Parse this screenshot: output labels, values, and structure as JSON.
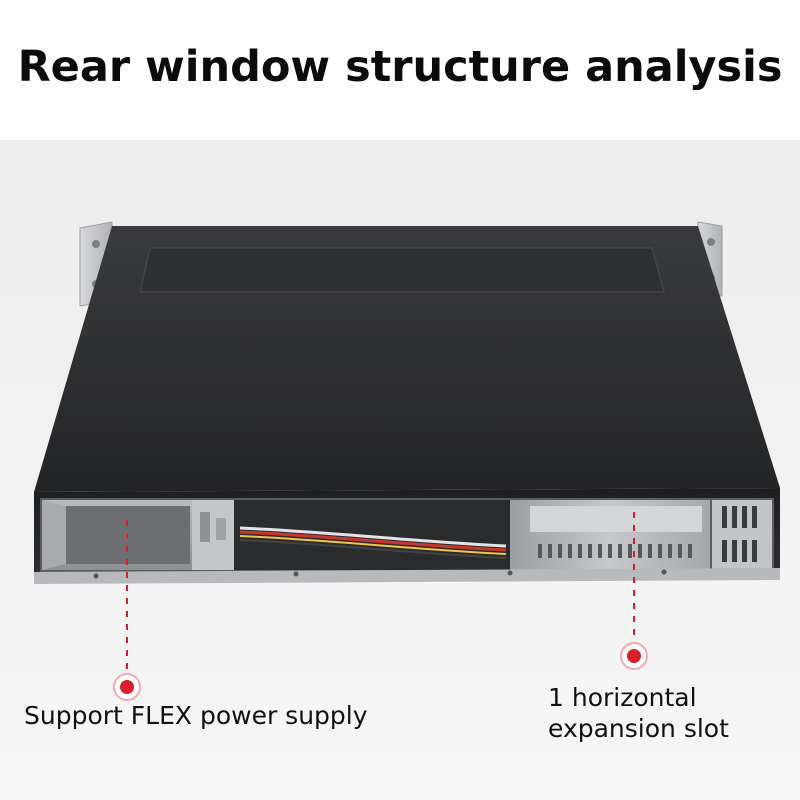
{
  "title": "Rear window structure analysis",
  "callouts": {
    "power_supply": "Support FLEX power supply",
    "expansion_slot_line1": "1 horizontal",
    "expansion_slot_line2": "expansion slot"
  },
  "colors": {
    "chassis": "#2b2c2e",
    "marker": "#d81e2a",
    "background": "#eeeeee",
    "metal": "#c9cacc"
  }
}
